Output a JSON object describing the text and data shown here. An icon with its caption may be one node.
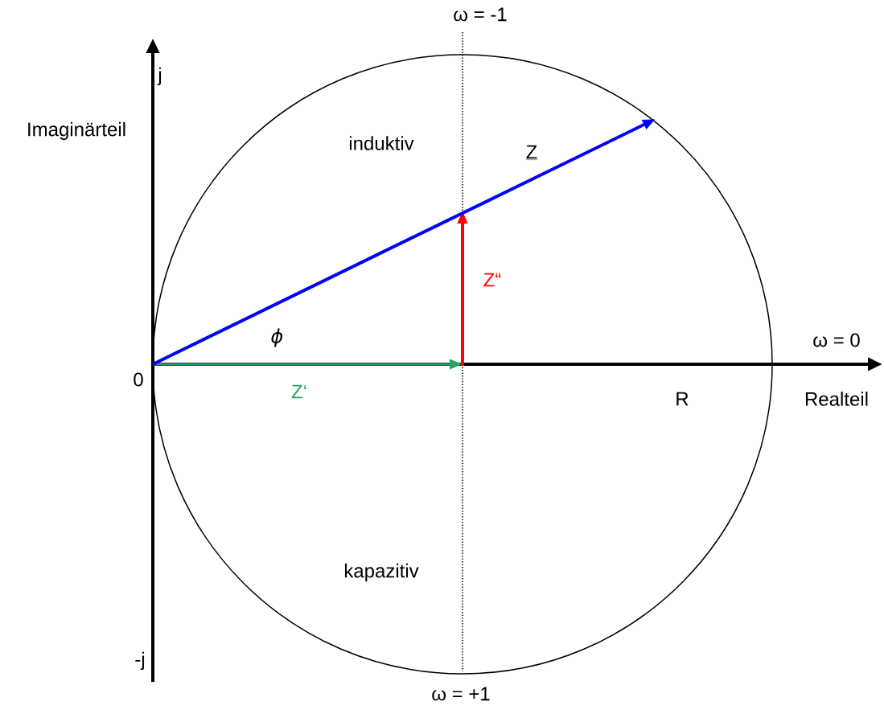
{
  "diagram": {
    "labels": [
      "ω = -1",
      "j",
      "Imaginärteil",
      "induktiv",
      "Z",
      "Z“",
      "ϕ",
      "ω = 0",
      "0",
      "Z‘",
      "R",
      "Realteil",
      "kapazitiv",
      "-j",
      "ω = +1"
    ]
  }
}
